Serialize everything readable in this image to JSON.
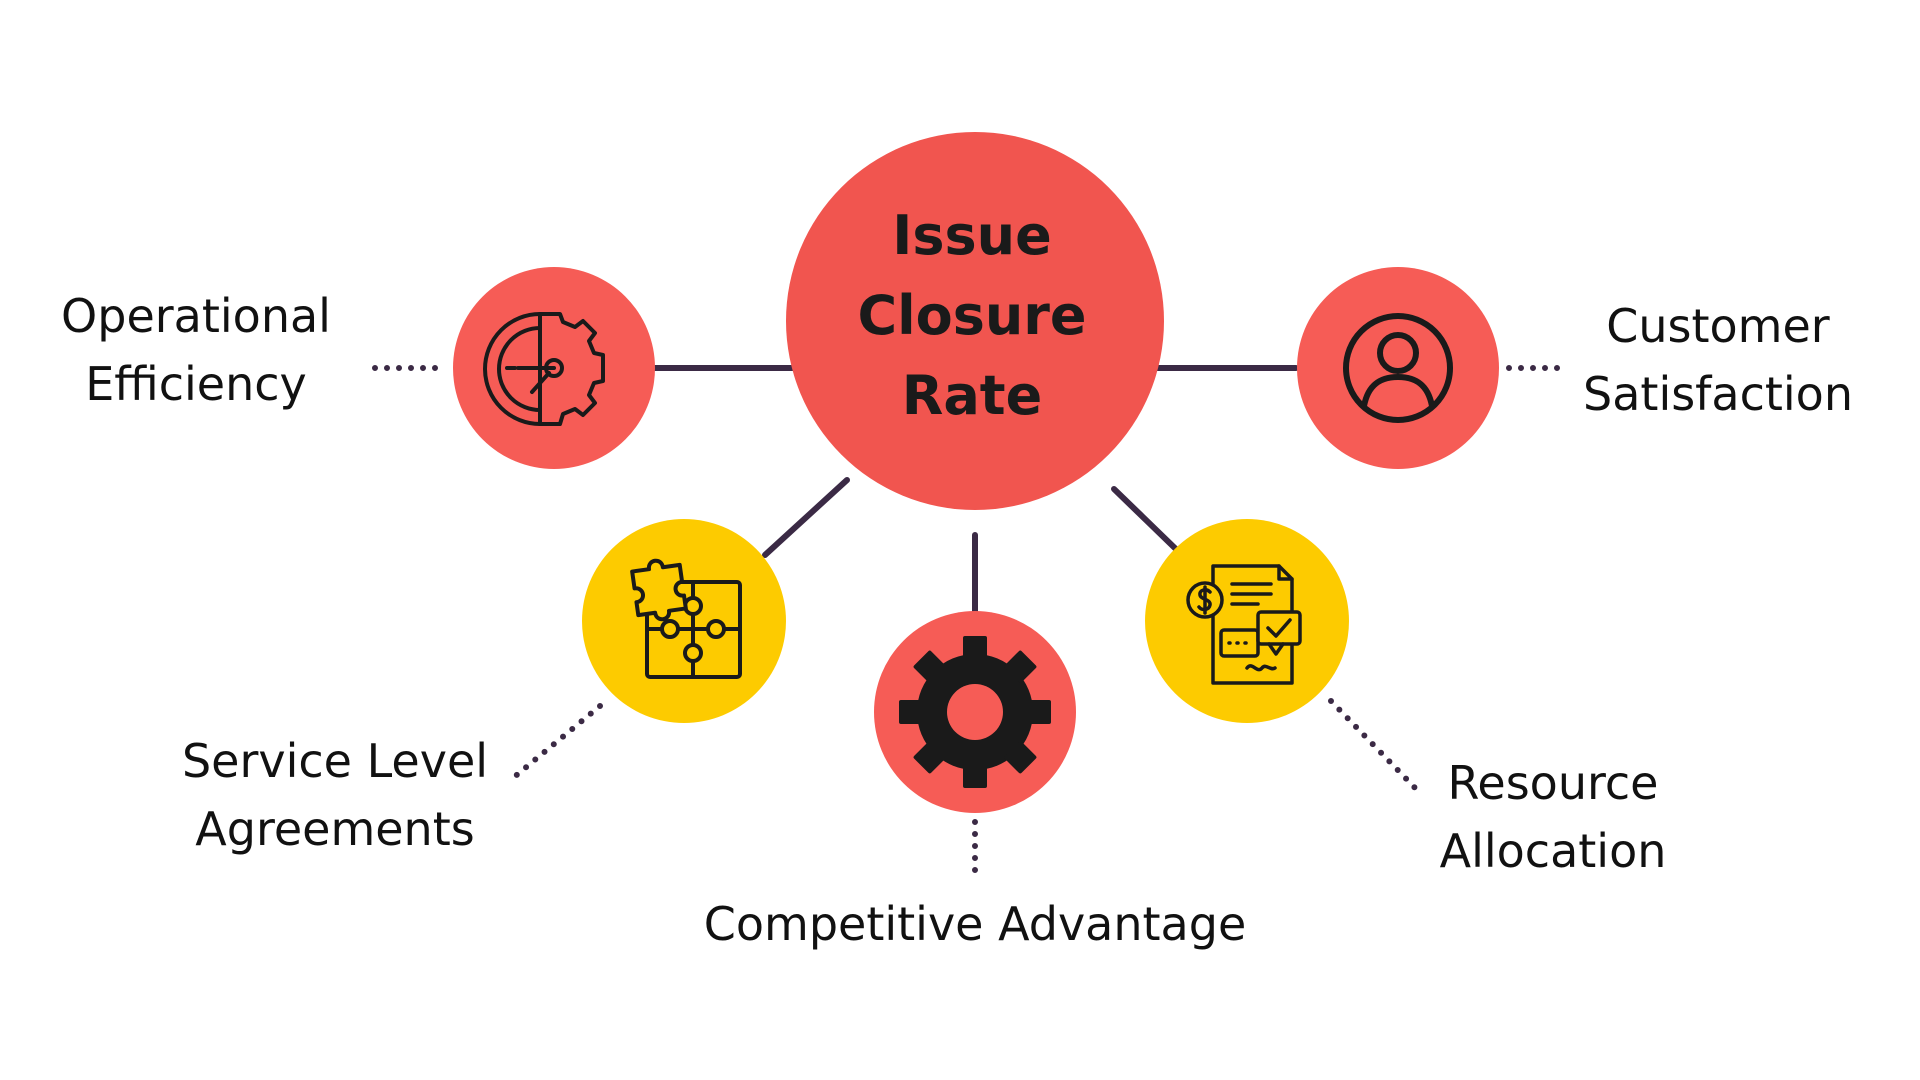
{
  "center": {
    "line1": "Issue",
    "line2": "Closure",
    "line3": "Rate"
  },
  "nodes": {
    "operational_efficiency": {
      "line1": "Operational",
      "line2": "Efficiency",
      "icon": "stopwatch-gear-icon",
      "color": "#f65c56"
    },
    "customer_satisfaction": {
      "line1": "Customer",
      "line2": "Satisfaction",
      "icon": "user-circle-icon",
      "color": "#f65c56"
    },
    "service_level_agreements": {
      "line1": "Service Level",
      "line2": "Agreements",
      "icon": "puzzle-icon",
      "color": "#fdcb00"
    },
    "competitive_advantage": {
      "line1": "Competitive Advantage",
      "icon": "gear-icon",
      "color": "#f65c56"
    },
    "resource_allocation": {
      "line1": "Resource",
      "line2": "Allocation",
      "icon": "invoice-document-icon",
      "color": "#fdcb00"
    }
  },
  "colors": {
    "center": "#f1554f",
    "red_node": "#f65c56",
    "yellow_node": "#fdcb00",
    "connector": "#3b2a45",
    "icon": "#1a1a1a"
  }
}
